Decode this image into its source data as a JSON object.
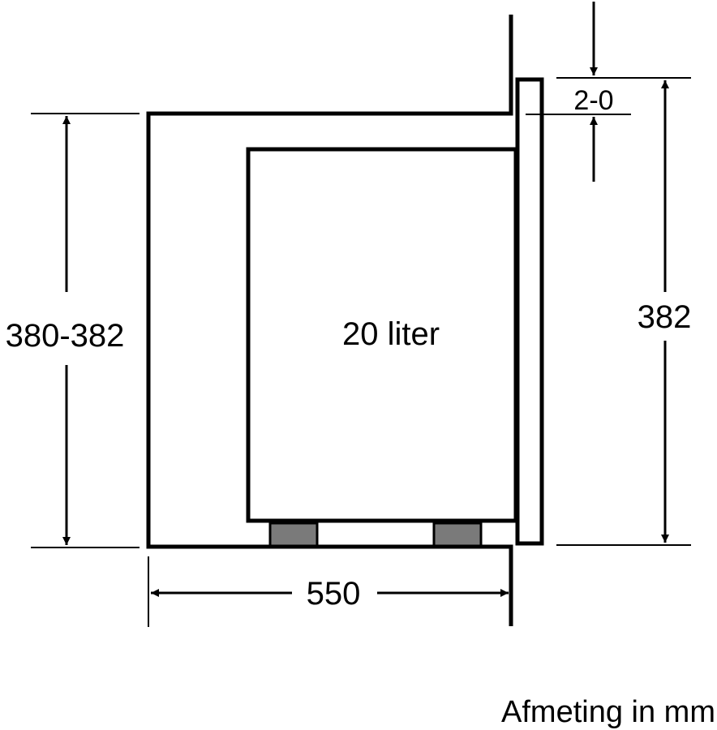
{
  "diagram": {
    "type": "technical-dimension-drawing",
    "labels": {
      "capacity": "20 liter",
      "height_left": "380-382",
      "height_right": "382",
      "gap_top": "2-0",
      "depth": "550",
      "units_note": "Afmeting in mm"
    },
    "colors": {
      "line": "#000000",
      "feet": "#7a7a7a",
      "background": "#ffffff"
    }
  }
}
